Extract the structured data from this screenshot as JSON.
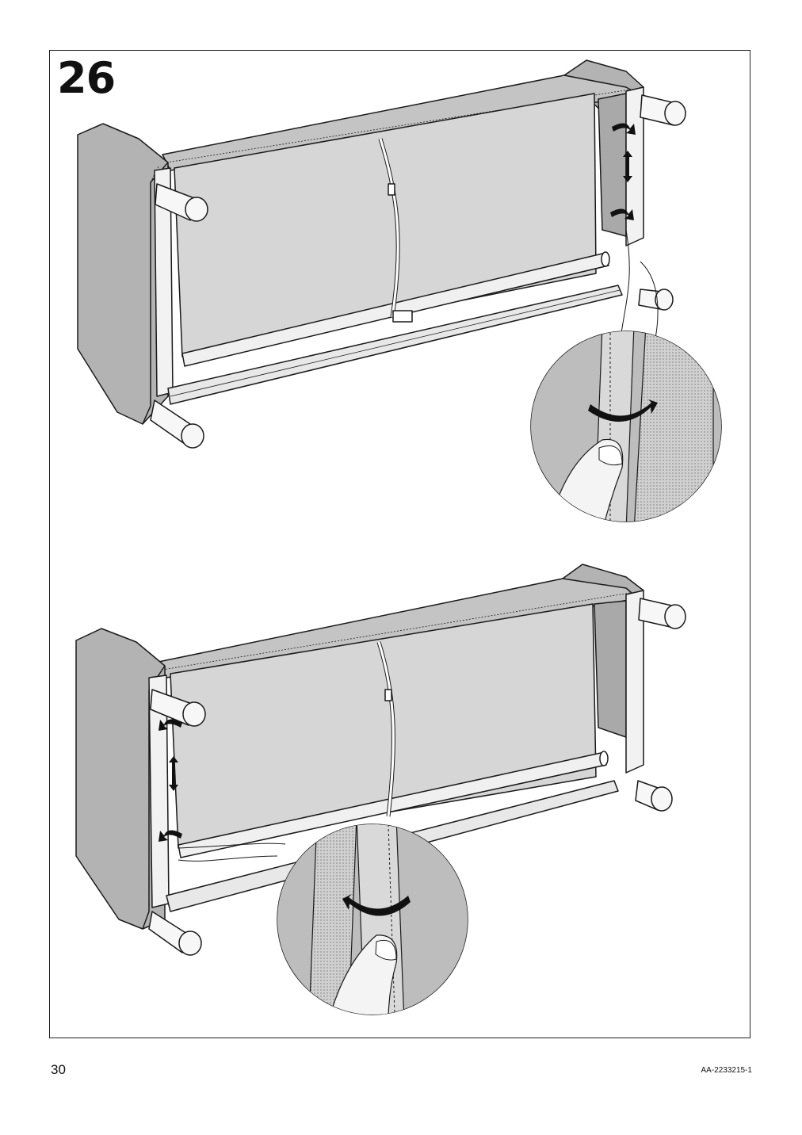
{
  "step": {
    "number": "26"
  },
  "footer": {
    "page_number": "30",
    "document_code": "AA-2233215-1"
  },
  "illustrations": [
    {
      "name": "sofa-upper",
      "icon": "sofa-back-cover-right-fasten"
    },
    {
      "name": "sofa-lower",
      "icon": "sofa-back-cover-left-fasten"
    }
  ],
  "colors": {
    "fabric": "#b3b3b3",
    "panel": "#d6d6d6",
    "lines": "#1a1a1a",
    "arrow": "#111111"
  }
}
